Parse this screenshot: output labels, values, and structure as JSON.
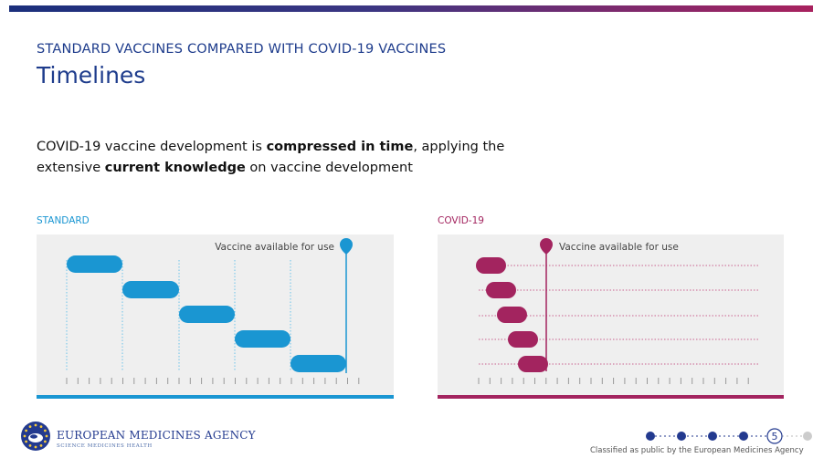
{
  "header": {
    "subtitle": "STANDARD VACCINES COMPARED WITH COVID-19 VACCINES",
    "title": "Timelines"
  },
  "intro": {
    "part1": "COVID-19 vaccine development is ",
    "bold1": "compressed in time",
    "part2": ", applying the extensive ",
    "bold2": "current knowledge",
    "part3": " on vaccine development"
  },
  "panels": {
    "standard": {
      "label": "STANDARD",
      "marker_label": "Vaccine available for use",
      "color": "#1a96d2",
      "phases": 5,
      "overlap": false
    },
    "covid": {
      "label": "COVID-19",
      "marker_label": "Vaccine available for use",
      "color": "#a3245f",
      "phases": 5,
      "overlap": true
    }
  },
  "footer": {
    "agency_name": "EUROPEAN MEDICINES AGENCY",
    "agency_tagline": "SCIENCE MEDICINES HEALTH",
    "classification": "Classified as public by the European Medicines Agency",
    "current_page": "5"
  },
  "colors": {
    "title": "#1e3c8c",
    "standard": "#1a96d2",
    "covid": "#a3245f",
    "panel_bg": "#efefef"
  }
}
